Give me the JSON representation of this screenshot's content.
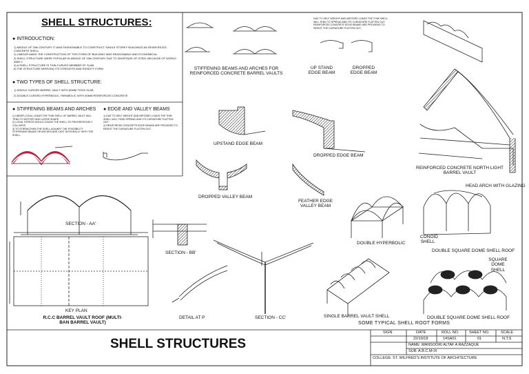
{
  "left_panel": {
    "title": "SHELL STRUCTURES:",
    "intro_heading": "INTRODUCTION:",
    "intro_points": [
      "1) MIDDLE OF 20th CENTURY IT WAS FASHIONABLE TO CONSTRUCT SINGLE STOREY BUILDINGS AS REINFORCED CONCRETE SHELL.",
      "2) LABOUR MADE THE CONSTRUCTION OF THIS FORM OF BUILDING WAS REASONABLE AND ECONOMICAL.",
      "3) SHELL STRUCTURE WERE POPULAR IN MIDDLE OF 20th CENTURY DUE TO SHORTAGE OF STEEL BECAUSE OF WORLD WAR 2.",
      "4) A SHELL STRUCTURE IS THIN CURVED MEMBER OF SLAB.",
      "5) THE STRUCTURE DERIVING ITS STRENGTH AND RIGIDITY FORM"
    ],
    "types_heading": "TWO TYPES OF SHELL STRUCTURE:",
    "types": [
      "1) SINGLE CURVED BARREL VAULT WITH 80MM THICK SLAB",
      "2) DOUBLE CURVED HYPERBOLIC, PARABOLIC WITH 40MM REINFORCED CONCRETE"
    ],
    "stiffening_heading": "STIFFENING BEAMS AND ARCHES",
    "stiffening_points": [
      "1) UNDER LOCAL LOADS THE THIN SHELL OF BARREL VAULT WILL TEND TO DISTORT AND LOOSE SHAPE.",
      "2) LOCAL STRESS WOULD CAUSE THE SHELL TO PROGRESSIVELY COLLAPSE.",
      "3) TO STRENGTHEN THE SHELL AGAINST THE POSSIBILITY STIFFENING BEAMS OR ARCHES ARE CAST INTEGRALLY WITH THE SHELL."
    ],
    "edge_heading": "EDGE AND VALLEY BEAMS",
    "edge_points": [
      "1) DUE TO SELF WEIGHT AND IMPOSED LOADS THE THIN SHELL WILL TEND SPREAD AND ITS CURVATURE FLATTEN OUT.",
      "2) REINFORCED CONCRETE EDGE BEAMS ARE PROVIDED TO RESIST THE CURVATURE FLATTEN OUT."
    ]
  },
  "labels": {
    "stiffening_caption": "STIFFENING BEAMS AND ARCHES FOR REINFORCED CONCRETE BARREL VAULTS",
    "edge_note": "DUE TO SELF WEIGHT AND IMPOSED LOADS THE THIN SHELL WILL TEND TO SPREAD AND ITS CURVATURE FLATTEN OUT. REINFORCED CONCRETE EDGE BEAMS ARE PROVIDED TO RESIST THE CURVATURE FLATTEN OUT.",
    "upstand_edge_beam_top": "UP STAND EDGE BEAM",
    "dropped_edge_beam_top": "DROPPED EDGE BEAM",
    "upstand_edge_beam": "UPSTAND EDGE BEAM",
    "dropped_edge_beam": "DROPPED EDGE BEAM",
    "dropped_valley_beam": "DROPPED VALLEY BEAM",
    "feather_edge_valley_beam": "FEATHER EDGE VALLEY BEAM",
    "north_light": "REINFORCED CONCRETE NORTH LIGHT BARREL VAULT",
    "section_aa": "SECTION - AA'",
    "section_bb": "SECTION - BB'",
    "section_cc": "SECTION - CC'",
    "detail_p": "DETAIL AT P",
    "key_plan": "KEY PLAN",
    "rcc_roof": "R.C.C BARREL VAULT ROOF (MULTI-BAN BARREL VAULT)",
    "double_hyperbolic": "DOUBLE HYPERBOLIC",
    "head_arch": "HEAD ARCH WITH GLAZING",
    "conoid_shell": "CONOID SHELL",
    "double_square_dome_1": "DOUBLE SQUARE DOME SHELL ROOF",
    "square_dome_shell": "SQUARE DOME SHELL",
    "single_barrel": "SINGLE BARREL VAULT SHELL",
    "double_square_dome_2": "DOUBLE SQUARE DOME SHELL ROOF",
    "typical_forms": "SOME TYPICAL SHELL ROOT FORMS"
  },
  "title_block": {
    "big_title": "SHELL STRUCTURES",
    "headers": [
      "SIGN",
      "DATE",
      "ROLL NO.",
      "SHEET NO.",
      "SCALE"
    ],
    "values": [
      "",
      "22/10/18",
      "14SA01",
      "01",
      "N.T.S"
    ],
    "name": "NAME: MANSOORI ALTAF A RAZZAQUE",
    "subject": "SUB: A.B.C.M-IX",
    "college": "COLLEGE: ST. WILFRED'S INSTITUTE OF ARCHITECTURE"
  }
}
